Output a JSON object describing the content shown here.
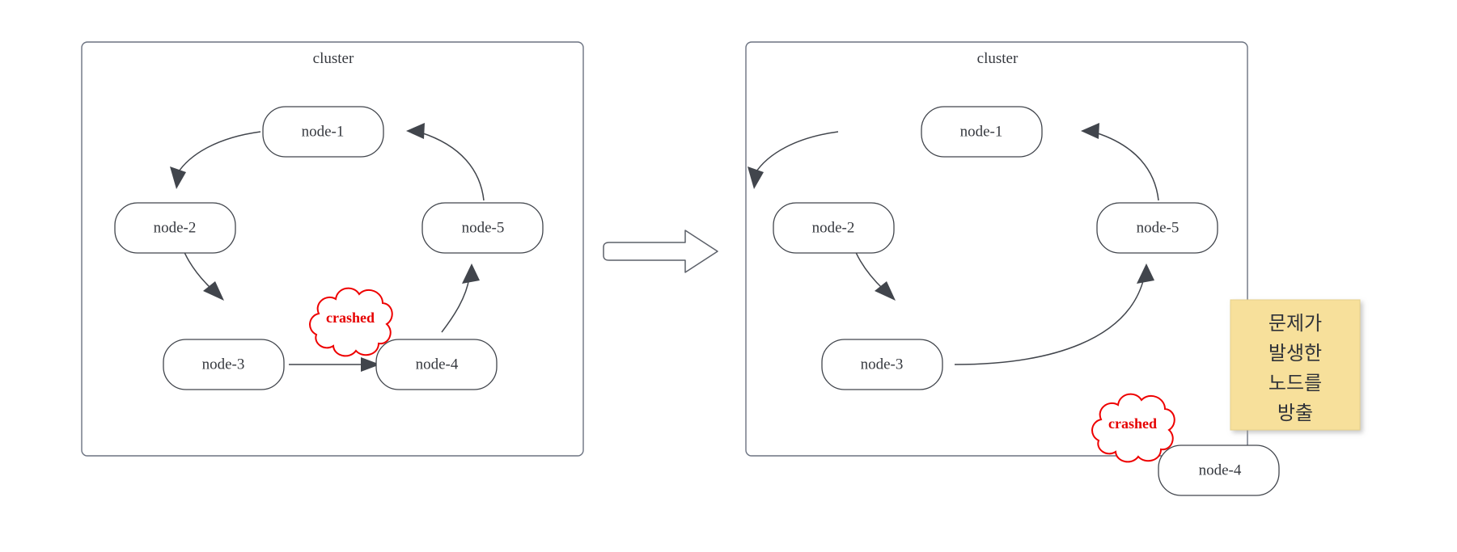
{
  "diagram": {
    "title_left": "cluster",
    "title_right": "cluster",
    "transition_icon": "right-arrow-icon"
  },
  "left_cluster": {
    "label": "cluster",
    "nodes": [
      {
        "id": "n1",
        "label": "node-1"
      },
      {
        "id": "n2",
        "label": "node-2"
      },
      {
        "id": "n3",
        "label": "node-3"
      },
      {
        "id": "n4",
        "label": "node-4"
      },
      {
        "id": "n5",
        "label": "node-5"
      }
    ],
    "badge": {
      "label": "crashed",
      "color": "#e60000"
    },
    "edges": [
      {
        "from": "node-1",
        "to": "node-2"
      },
      {
        "from": "node-2",
        "to": "node-3"
      },
      {
        "from": "node-3",
        "to": "node-4"
      },
      {
        "from": "node-4",
        "to": "node-5"
      },
      {
        "from": "node-5",
        "to": "node-1"
      }
    ]
  },
  "right_cluster": {
    "label": "cluster",
    "nodes": [
      {
        "id": "n1",
        "label": "node-1"
      },
      {
        "id": "n2",
        "label": "node-2"
      },
      {
        "id": "n3",
        "label": "node-3"
      },
      {
        "id": "n4",
        "label": "node-4"
      },
      {
        "id": "n5",
        "label": "node-5"
      }
    ],
    "badge": {
      "label": "crashed",
      "color": "#e60000"
    },
    "edges": [
      {
        "from": "node-1",
        "to": "node-2"
      },
      {
        "from": "node-2",
        "to": "node-3"
      },
      {
        "from": "node-3",
        "to": "node-5"
      },
      {
        "from": "node-5",
        "to": "node-1"
      }
    ]
  },
  "note": {
    "lines": [
      "문제가",
      "발생한",
      "노드를",
      "방출"
    ],
    "background": "#f7e09b"
  }
}
